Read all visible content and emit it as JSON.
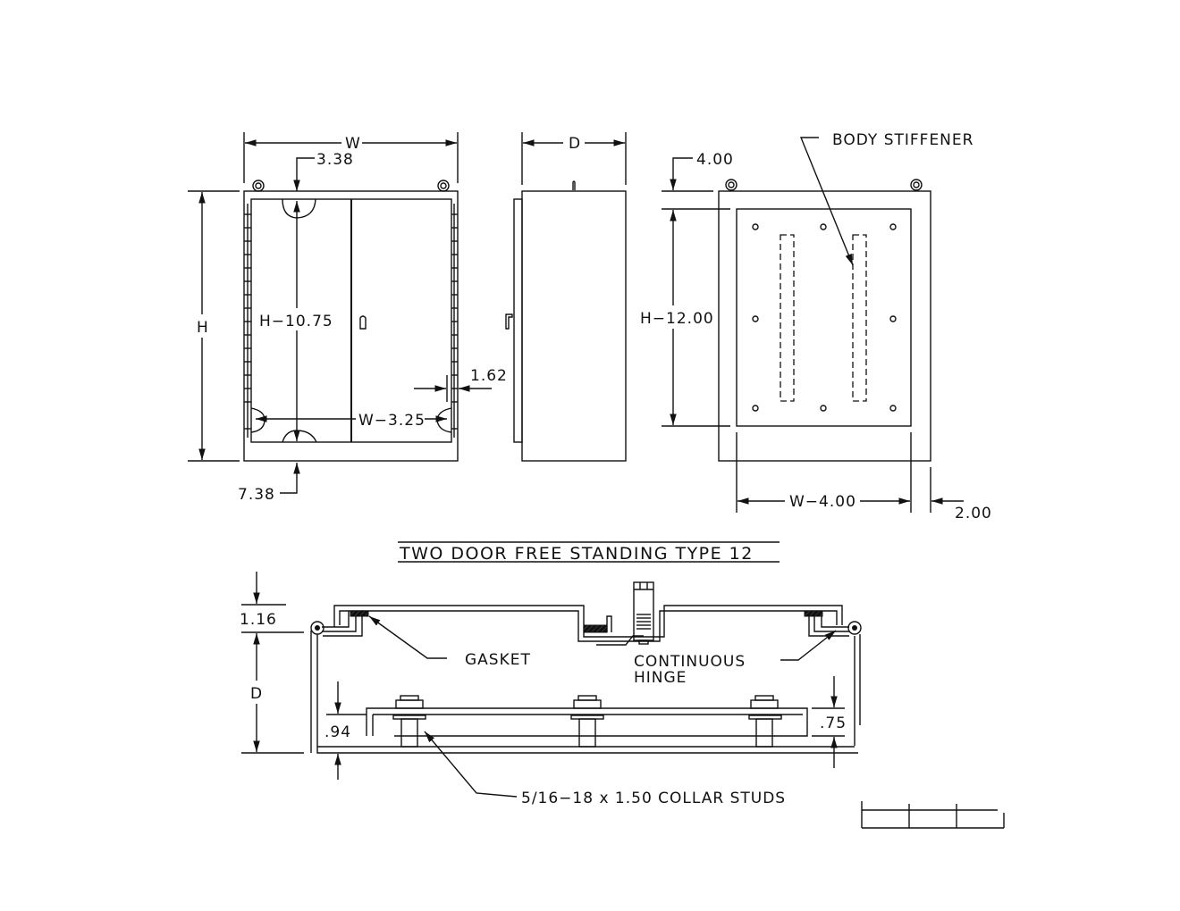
{
  "title": "TWO DOOR FREE STANDING TYPE 12",
  "front_view": {
    "dim_width": "W",
    "dim_height": "H",
    "dim_top_offset": "3.38",
    "dim_inner_height": "H−10.75",
    "dim_inner_width": "W−3.25",
    "dim_bottom_offset": "7.38",
    "dim_side_offset": "1.62"
  },
  "side_view": {
    "dim_depth": "D"
  },
  "panel_view": {
    "dim_top": "4.00",
    "dim_panel_height": "H−12.00",
    "dim_panel_width": "W−4.00",
    "dim_side": "2.00",
    "callout_stiffener": "BODY STIFFENER"
  },
  "section_view": {
    "dim_flange": "1.16",
    "dim_depth": "D",
    "dim_left_standoff": ".94",
    "dim_right_standoff": ".75",
    "callout_gasket": "GASKET",
    "callout_hinge_line1": "CONTINUOUS",
    "callout_hinge_line2": "HINGE",
    "callout_studs": "5/16−18 x 1.50 COLLAR STUDS"
  }
}
